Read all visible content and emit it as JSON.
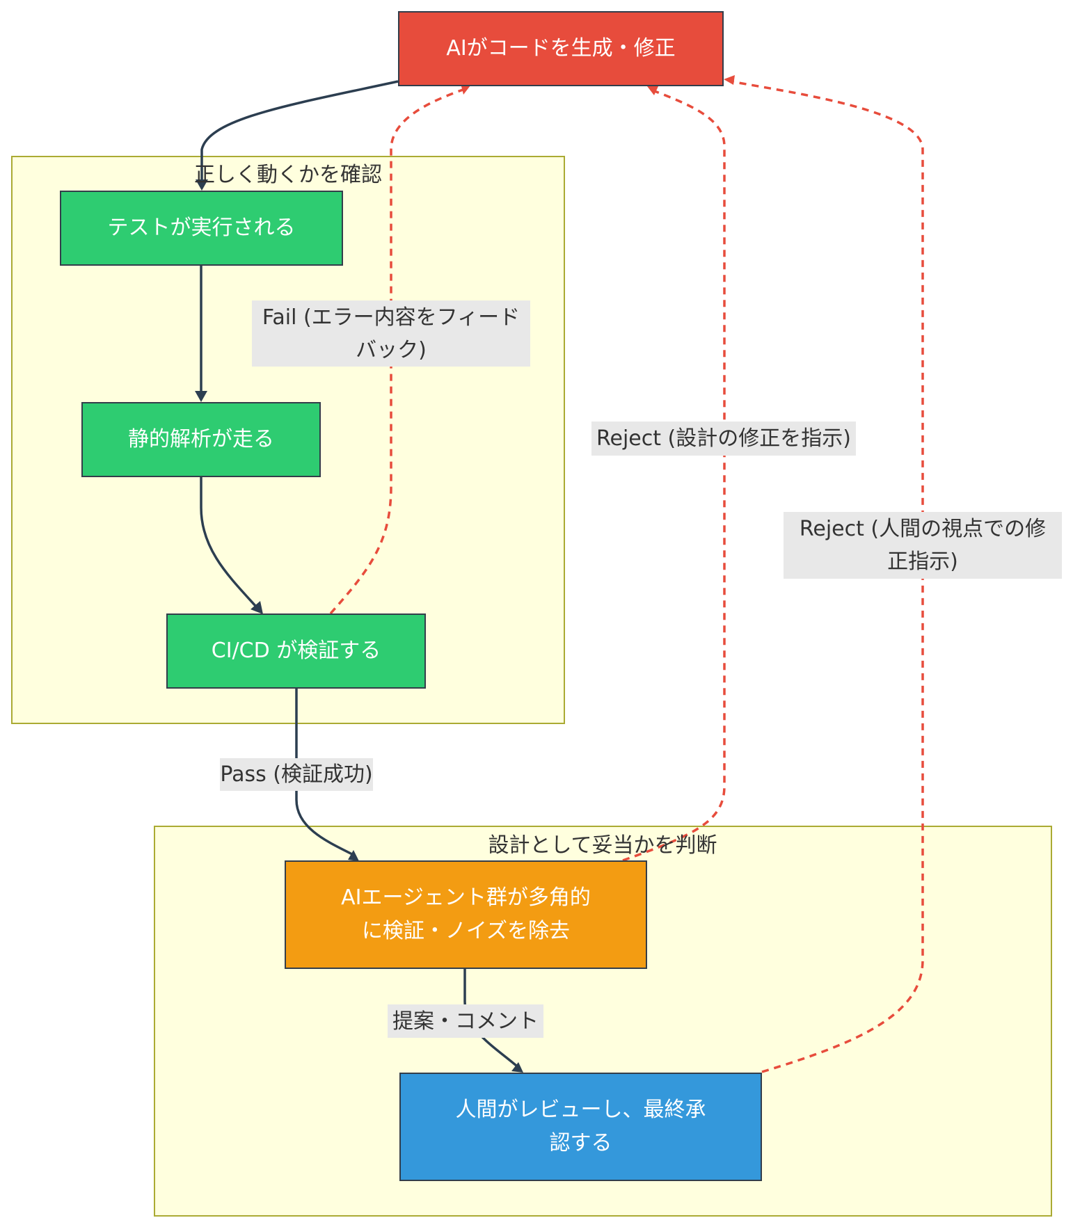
{
  "diagram": {
    "type": "flowchart",
    "colors": {
      "ai_node": "#e74c3c",
      "check_node": "#2ecc71",
      "agent_node": "#f39c12",
      "human_node": "#3498db",
      "cluster_fill": "#ffffde",
      "cluster_border": "#aaaa33",
      "edge_solid": "#2c3e50",
      "edge_dashed": "#e74c3c",
      "label_bg": "#e8e8e8"
    },
    "clusters": [
      {
        "id": "verify",
        "title": "正しく動くかを確認"
      },
      {
        "id": "judge",
        "title": "設計として妥当かを判断"
      }
    ],
    "nodes": [
      {
        "id": "ai",
        "label": "AIがコードを生成・修正"
      },
      {
        "id": "test",
        "label": "テストが実行される"
      },
      {
        "id": "lint",
        "label": "静的解析が走る"
      },
      {
        "id": "ci",
        "label": "CI/CD が検証する"
      },
      {
        "id": "agents",
        "label": "AIエージェント群が多角的\nに検証・ノイズを除去"
      },
      {
        "id": "human",
        "label": "人間がレビューし、最終承\n認する"
      }
    ],
    "edges": [
      {
        "from": "ai",
        "to": "test",
        "style": "solid",
        "label": ""
      },
      {
        "from": "test",
        "to": "lint",
        "style": "solid",
        "label": ""
      },
      {
        "from": "lint",
        "to": "ci",
        "style": "solid",
        "label": ""
      },
      {
        "from": "ci",
        "to": "ai",
        "style": "dashed",
        "label": "Fail (エラー内容をフィード\nバック)"
      },
      {
        "from": "ci",
        "to": "agents",
        "style": "solid",
        "label": "Pass (検証成功)"
      },
      {
        "from": "agents",
        "to": "human",
        "style": "solid",
        "label": "提案・コメント"
      },
      {
        "from": "agents",
        "to": "ai",
        "style": "dashed",
        "label": "Reject (設計の修正を指示)"
      },
      {
        "from": "human",
        "to": "ai",
        "style": "dashed",
        "label": "Reject (人間の視点での修\n正指示)"
      }
    ]
  }
}
